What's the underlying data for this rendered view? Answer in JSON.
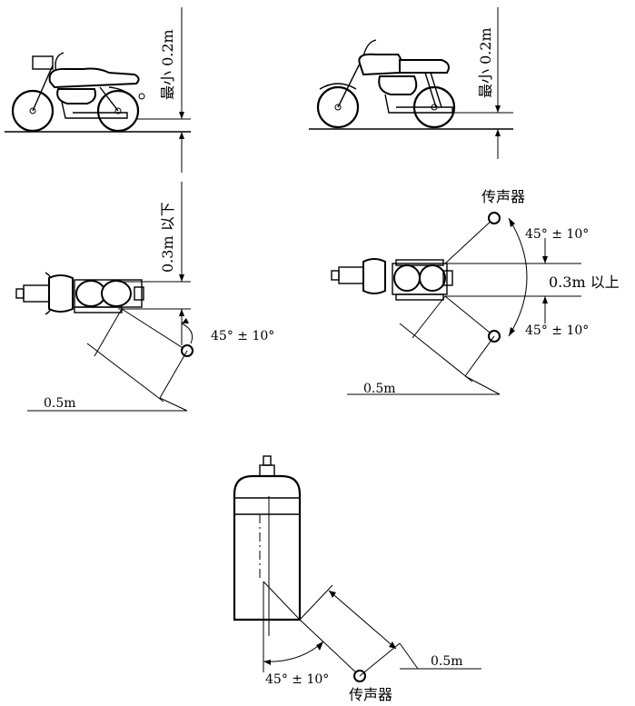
{
  "labels": {
    "min_height_left": "最小 0.2m",
    "min_height_right": "最小 0.2m",
    "height_below": "0.3m 以下",
    "height_above": "0.3m 以上",
    "angle_left": "45° ± 10°",
    "angle_right_top": "45° ± 10°",
    "angle_right_bottom": "45° ± 10°",
    "angle_exhaust": "45° ± 10°",
    "distance_left": "0.5m",
    "distance_right": "0.5m",
    "distance_exhaust": "0.5m",
    "mic_right_top": "传声器",
    "mic_exhaust": "传声器"
  }
}
